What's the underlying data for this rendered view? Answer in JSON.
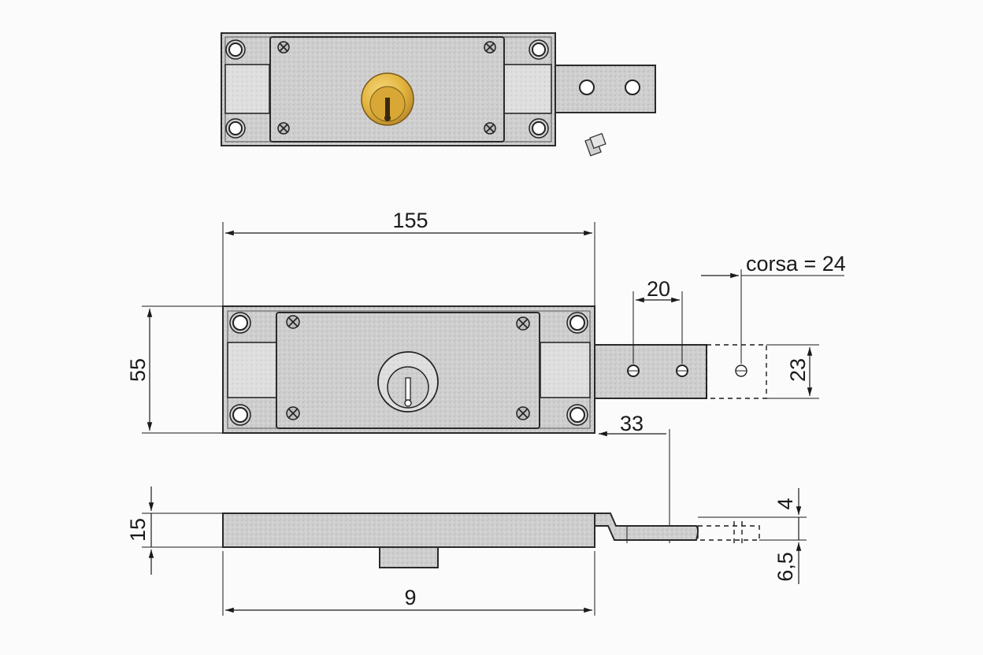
{
  "dimensions": {
    "length": "155",
    "height": "55",
    "hole_spacing": "20",
    "stroke": "corsa = 24",
    "bolt_height": "23",
    "bolt_offset": "33",
    "thickness": "15",
    "bolt_top": "4",
    "bolt_bottom": "6,5",
    "base_label": "9"
  },
  "colors": {
    "cylinder_brass": "#e2b43e",
    "metal_grey": "#d2d2d2",
    "line": "#1a1a1a"
  }
}
